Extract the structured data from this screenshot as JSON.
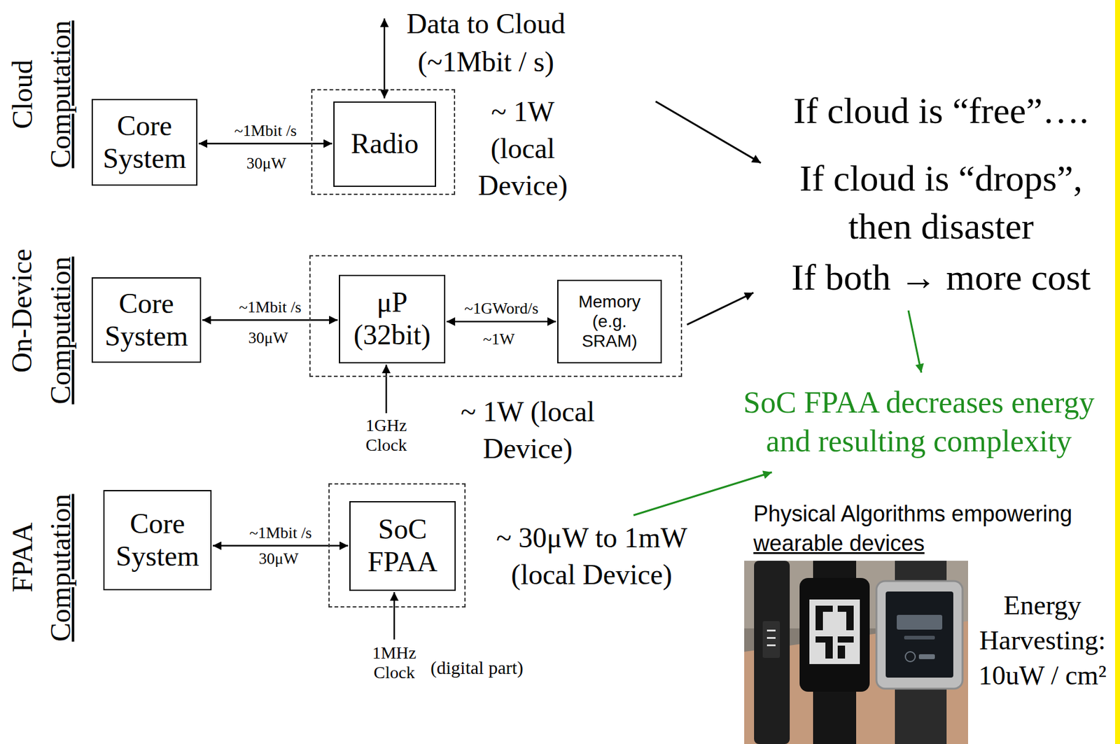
{
  "diagram": {
    "nodes": [
      {
        "text": [
          "Core System"
        ]
      },
      {
        "text": [
          "~ 1W (local Device)"
        ]
      },
      {
        "text": [
          "Radio"
        ],
        "in": 1
      },
      {
        "text": [
          "Core System"
        ]
      },
      {
        "text": [
          "~ 1W (local Device)"
        ]
      },
      {
        "text": [
          "μP (32bit)"
        ],
        "in": 4
      },
      {
        "text": [
          "Memory (e.g. SRAM)"
        ],
        "in": 4
      },
      {
        "text": [
          "Core System"
        ]
      },
      {
        "text": [
          "~ 30μW to 1mW (local Device)"
        ]
      },
      {
        "text": [
          "SoC FPAA"
        ],
        "in": 8
      }
    ],
    "edges": [
      {
        "from": 0,
        "to": 2,
        "arrow": "both",
        "label": "~1Mbit /s"
      },
      {
        "from": 3,
        "to": 5,
        "arrow": "both",
        "label": "~1Mbit /s"
      },
      {
        "from": 5,
        "to": 6,
        "arrow": "both",
        "label": "~1GWord/s"
      },
      {
        "from": 7,
        "to": 9,
        "arrow": "both",
        "label": "~1Mbit /s"
      }
    ],
    "labels": [
      "Cloud",
      "Computation",
      "On-Device",
      "Computation",
      "FPAA",
      "Computation",
      "Data to Cloud (~1Mbit / s)",
      "30μW",
      "30μW",
      "~1W",
      "1GHz Clock",
      "30μW",
      "1MHz Clock",
      "(digital part)",
      "If cloud is “free”….",
      "If cloud is “drops”, then disaster",
      "If both → more cost",
      "SoC FPAA decreases energy and resulting complexity",
      "Physical Algorithms empowering",
      "wearable devices",
      "Energy Harvesting: 10uW / cm²"
    ]
  }
}
